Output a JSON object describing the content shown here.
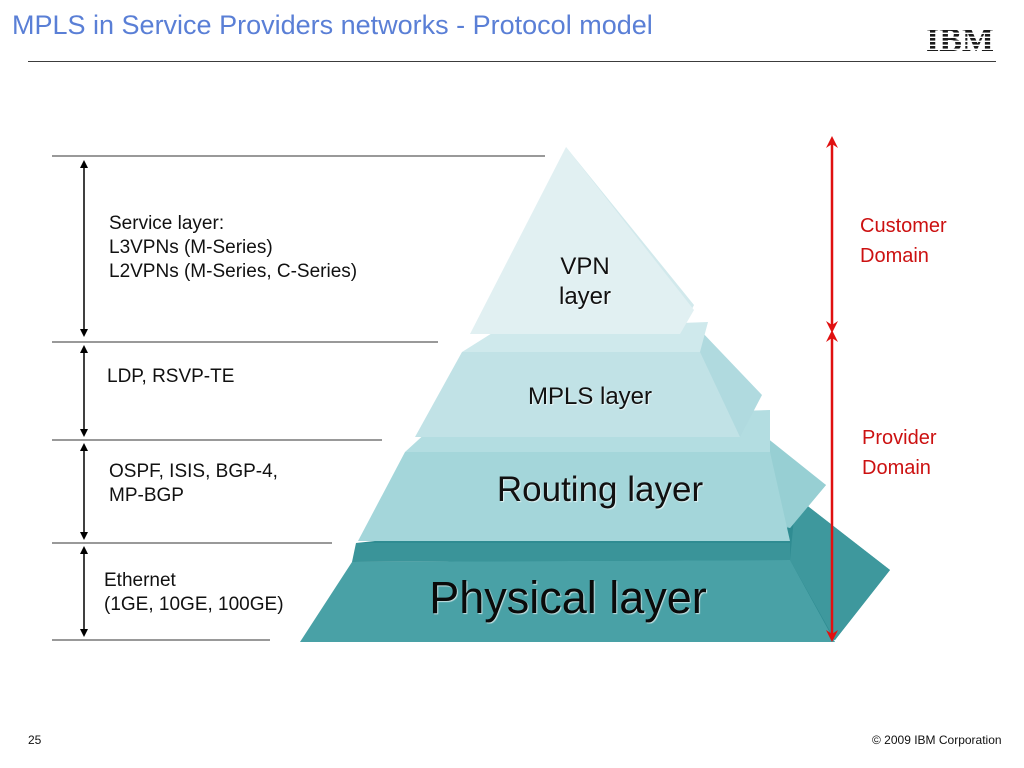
{
  "slide": {
    "title": "MPLS in Service Providers networks - Protocol model",
    "logo_text": "IBM",
    "page_number": "25",
    "copyright": "© 2009 IBM Corporation"
  },
  "layers": [
    {
      "name": "VPN layer",
      "line1": "VPN",
      "line2": "layer",
      "color": "#e1f0f2"
    },
    {
      "name": "MPLS layer",
      "color": "#c1e2e6"
    },
    {
      "name": "Routing layer",
      "color": "#a4d6da"
    },
    {
      "name": "Physical layer",
      "color": "#49a1a6"
    }
  ],
  "protocols": {
    "service": [
      "Service layer:",
      "L3VPNs (M-Series)",
      "L2VPNs (M-Series, C-Series)"
    ],
    "mpls": [
      "LDP, RSVP-TE"
    ],
    "routing": [
      "OSPF, ISIS, BGP-4,",
      "MP-BGP"
    ],
    "physical": [
      "Ethernet",
      "(1GE, 10GE, 100GE)"
    ]
  },
  "domains": {
    "customer": [
      "Customer",
      "Domain"
    ],
    "provider": [
      "Provider",
      "Domain"
    ],
    "arrow_color": "#e01010"
  }
}
